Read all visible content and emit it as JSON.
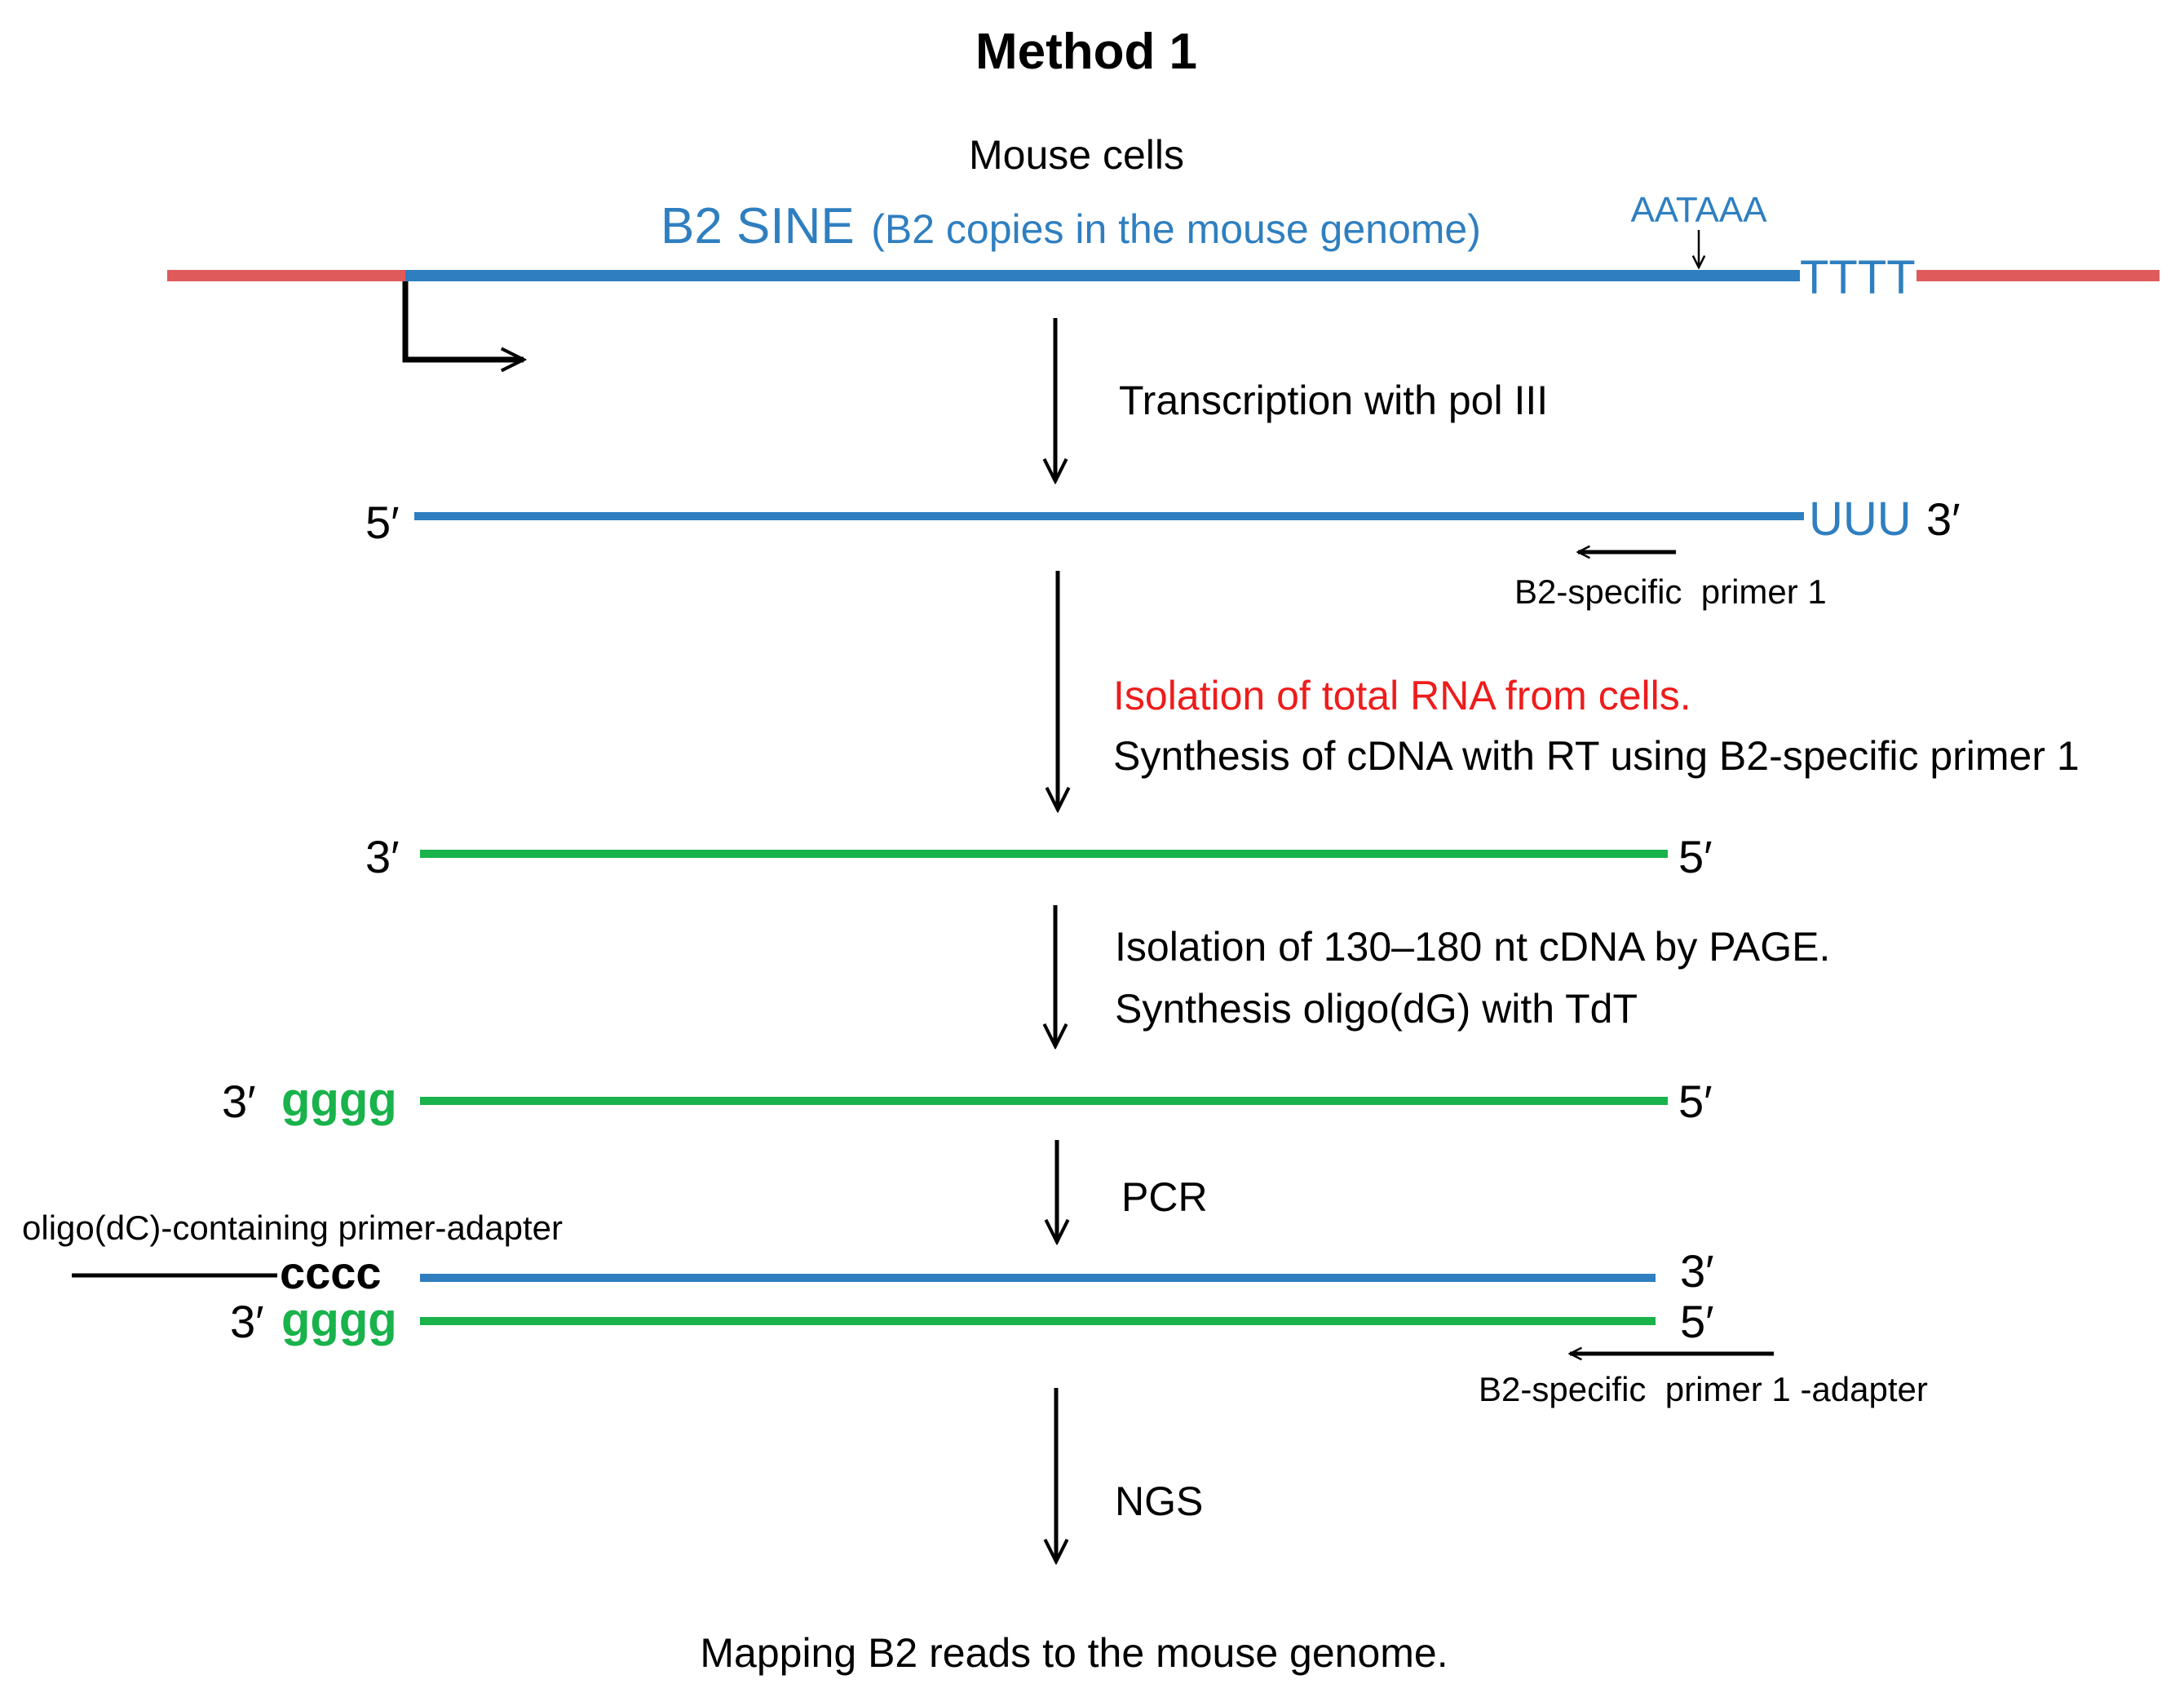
{
  "title": "Method 1",
  "cells_label": "Mouse cells",
  "gene": {
    "name": "B2 SINE",
    "note": "(B2 copies in the mouse genome)",
    "signal": "AATAAA",
    "tail": "TTTT"
  },
  "steps": [
    {
      "lines": [
        "Transcription with pol III"
      ]
    },
    {
      "lines": [
        "Isolation of total RNA from cells.",
        "Synthesis of cDNA with RT using B2-specific primer 1"
      ]
    },
    {
      "lines": [
        "Isolation of 130–180 nt cDNA by PAGE.",
        "Synthesis oligo(dG) with TdT"
      ]
    },
    {
      "lines": [
        "PCR"
      ]
    },
    {
      "lines": [
        "NGS"
      ]
    }
  ],
  "strands": {
    "rna": {
      "left_end": "5′",
      "tail": "UUU",
      "right_end": "3′"
    },
    "cdna": {
      "left_end": "3′",
      "right_end": "5′"
    },
    "tailed_cdna": {
      "left_end": "3′",
      "tail": "gggg",
      "right_end": "5′"
    },
    "pcr_top": {
      "tail": "cccc",
      "right_end": "3′"
    },
    "pcr_bottom": {
      "left_end": "3′",
      "tail": "gggg",
      "right_end": "5′"
    }
  },
  "primers": {
    "primer1": "B2-specific  primer 1",
    "adapter_primer": "oligo(dC)-containing primer-adapter",
    "primer1_adapter": "B2-specific  primer 1 -adapter"
  },
  "result": "Mapping B2 reads to the mouse genome.",
  "colors": {
    "flank": "#df5b5b",
    "rna": "#2f7fc0",
    "cdna": "#19b24b",
    "highlight": "#ee1c1c",
    "arrow": "#000000"
  }
}
